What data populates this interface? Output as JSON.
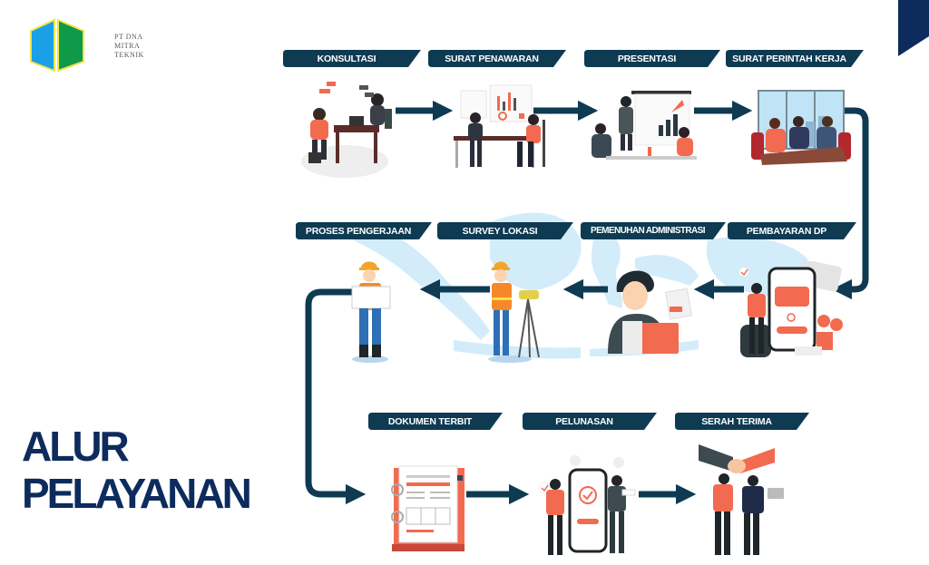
{
  "logo": {
    "lines": [
      "PT DNA",
      "MITRA",
      "TEKNIK"
    ],
    "colors": {
      "left": "#1aa0e6",
      "right": "#0f9a4a",
      "outline": "#f2e34a"
    }
  },
  "title": {
    "line1": "ALUR",
    "line2": "PELAYANAN",
    "color": "#0d2b5c"
  },
  "theme": {
    "label_bg": "#0e3a52",
    "arrow": "#0e3a52",
    "accent": "#f26a4f",
    "map": "#cfe9f7"
  },
  "steps": [
    {
      "id": 1,
      "label": "KONSULTASI",
      "illustration": "consultation-illustration"
    },
    {
      "id": 2,
      "label": "SURAT PENAWARAN",
      "illustration": "offer-letter-illustration"
    },
    {
      "id": 3,
      "label": "PRESENTASI",
      "illustration": "presentation-illustration"
    },
    {
      "id": 4,
      "label": "SURAT PERINTAH KERJA",
      "illustration": "work-order-meeting-illustration"
    },
    {
      "id": 5,
      "label": "PEMBAYARAN DP",
      "illustration": "down-payment-phone-illustration"
    },
    {
      "id": 6,
      "label": "PEMENUHAN ADMINISTRASI",
      "illustration": "administration-documents-illustration"
    },
    {
      "id": 7,
      "label": "SURVEY LOKASI",
      "illustration": "surveyor-theodolite-illustration"
    },
    {
      "id": 8,
      "label": "PROSES PENGERJAAN",
      "illustration": "worker-blueprint-illustration"
    },
    {
      "id": 9,
      "label": "DOKUMEN TERBIT",
      "illustration": "document-binder-illustration"
    },
    {
      "id": 10,
      "label": "PELUNASAN",
      "illustration": "full-payment-phone-illustration"
    },
    {
      "id": 11,
      "label": "SERAH TERIMA",
      "illustration": "handover-handshake-illustration"
    }
  ]
}
